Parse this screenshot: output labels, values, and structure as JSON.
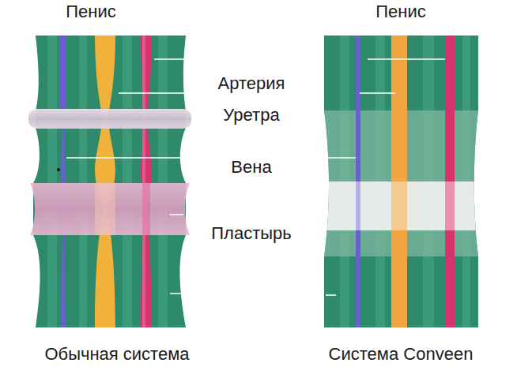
{
  "diagram": {
    "labels": [
      "Пенис",
      "Пенис",
      "Артерия",
      "Уретра",
      "Вена",
      "Пластырь",
      "Обычная система",
      "Система Conveen"
    ]
  }
}
